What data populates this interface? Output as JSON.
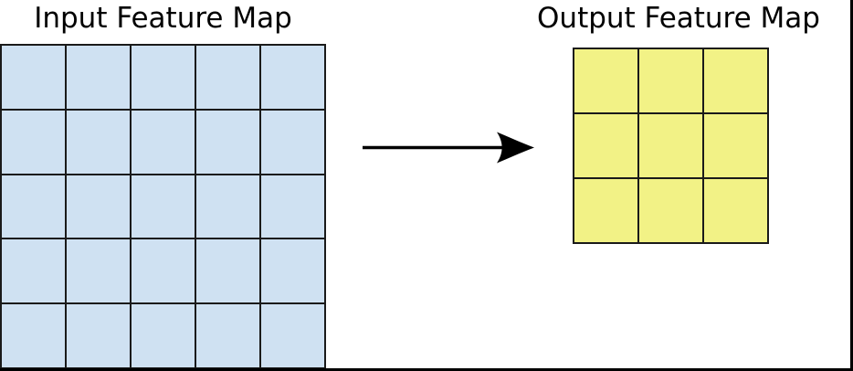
{
  "diagram": {
    "input_map": {
      "title": "Input Feature Map",
      "rows": 5,
      "cols": 5,
      "cell_color": "#cfe1f2"
    },
    "output_map": {
      "title": "Output Feature Map",
      "rows": 3,
      "cols": 3,
      "cell_color": "#f2f286"
    },
    "arrow": {
      "direction": "right",
      "color": "#000000"
    },
    "colors": {
      "grid_line": "#1a1a1a",
      "background": "#ffffff",
      "frame": "#000000"
    }
  }
}
